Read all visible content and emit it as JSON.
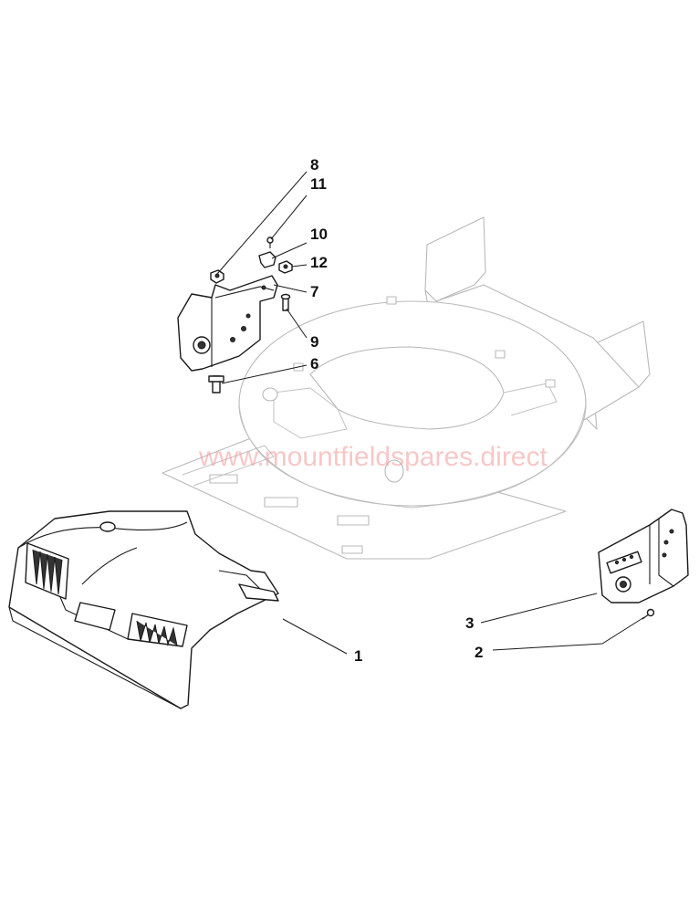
{
  "watermark": "www.mountfieldspares.direct",
  "callouts": {
    "c1": "1",
    "c2": "2",
    "c3": "3",
    "c6": "6",
    "c7": "7",
    "c8": "8",
    "c9": "9",
    "c10": "10",
    "c11": "11",
    "c12": "12"
  }
}
